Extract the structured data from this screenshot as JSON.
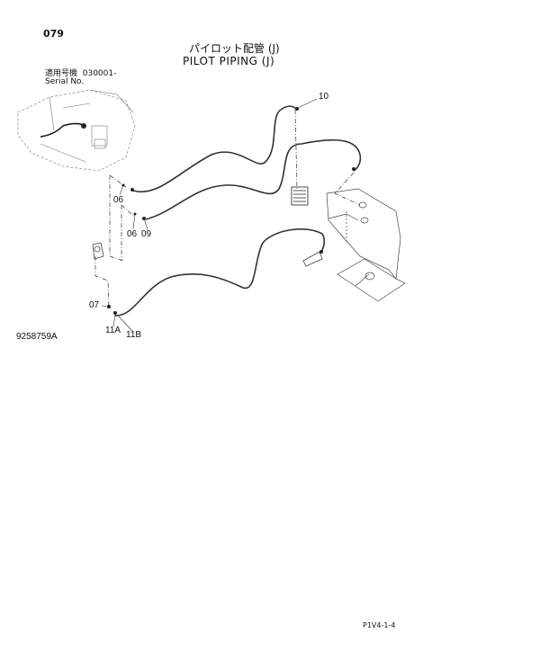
{
  "page_number": "079",
  "title_jp": "パイロット配管 (J)",
  "title_en": "PILOT PIPING (J)",
  "serial": {
    "label_jp": "適用号機",
    "value": "030001-",
    "label_en": "Serial No."
  },
  "callouts": [
    "10",
    "06",
    "06",
    "09",
    "07",
    "11A",
    "11B"
  ],
  "drawing_number": "9258759A",
  "footer_code": "P1V4-1-4"
}
